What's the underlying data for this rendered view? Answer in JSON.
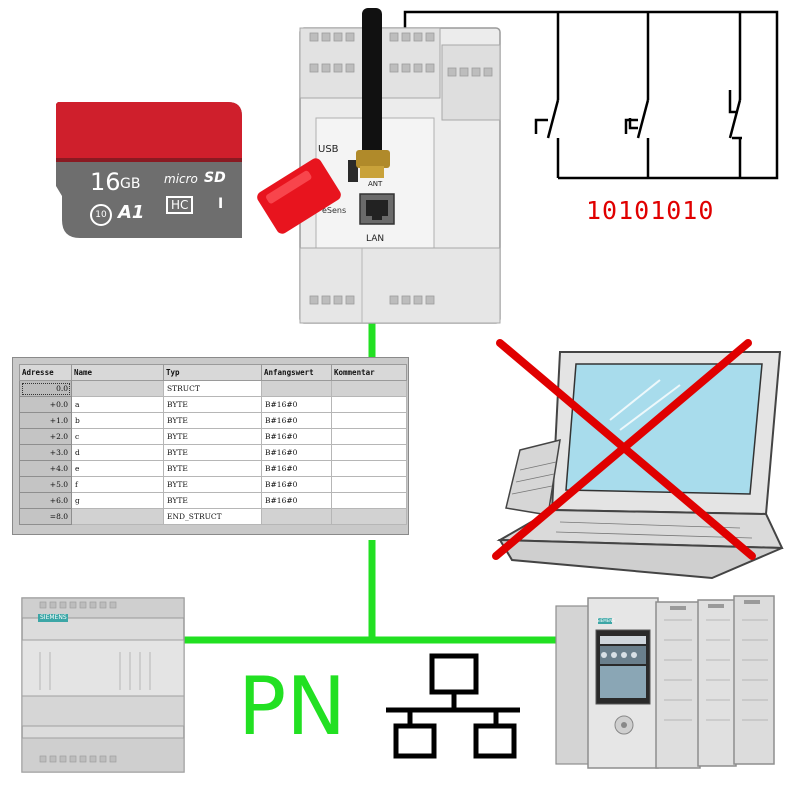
{
  "switch_bits": "10101010",
  "network_label": "PN",
  "gateway": {
    "usb_label": "USB",
    "lan_label": "LAN",
    "ant_label": "ANT",
    "brand_partial": "eSens"
  },
  "sd_card": {
    "capacity": "16",
    "unit": "GB",
    "speed_class": "A1",
    "class_badge": "10",
    "logo_top": "micro",
    "logo_mid": "SD",
    "logo_bottom": "HC",
    "logo_roman": "I"
  },
  "plc_brand": "SIEMENS",
  "db_table": {
    "headers": [
      "Adresse",
      "Name",
      "Typ",
      "Anfangswert",
      "Kommentar"
    ],
    "rows": [
      {
        "address": "0.0",
        "name": "",
        "type": "STRUCT",
        "initial": "",
        "comment": ""
      },
      {
        "address": "+0.0",
        "name": "a",
        "type": "BYTE",
        "initial": "B#16#0",
        "comment": ""
      },
      {
        "address": "+1.0",
        "name": "b",
        "type": "BYTE",
        "initial": "B#16#0",
        "comment": ""
      },
      {
        "address": "+2.0",
        "name": "c",
        "type": "BYTE",
        "initial": "B#16#0",
        "comment": ""
      },
      {
        "address": "+3.0",
        "name": "d",
        "type": "BYTE",
        "initial": "B#16#0",
        "comment": ""
      },
      {
        "address": "+4.0",
        "name": "e",
        "type": "BYTE",
        "initial": "B#16#0",
        "comment": ""
      },
      {
        "address": "+5.0",
        "name": "f",
        "type": "BYTE",
        "initial": "B#16#0",
        "comment": ""
      },
      {
        "address": "+6.0",
        "name": "g",
        "type": "BYTE",
        "initial": "B#16#0",
        "comment": ""
      },
      {
        "address": "=8.0",
        "name": "",
        "type": "END_STRUCT",
        "initial": "",
        "comment": ""
      }
    ]
  },
  "colors": {
    "network_line": "#22e022",
    "bits_text": "#e00000",
    "cross": "#e00000",
    "sd_red": "#d0202c",
    "usb_stick": "#e8141e",
    "laptop_screen": "#a8dcec"
  },
  "icons": {
    "network": "network-topology-icon",
    "laptop_status": "crossed-out"
  }
}
